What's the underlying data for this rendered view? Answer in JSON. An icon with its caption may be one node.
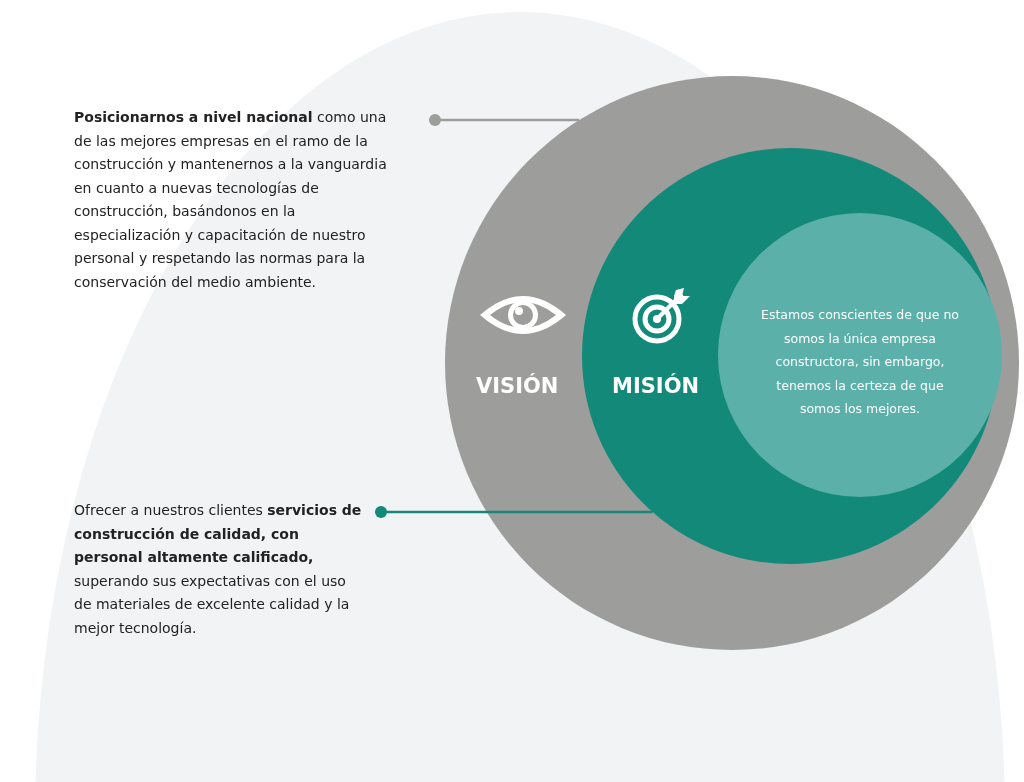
{
  "diagram": {
    "nodes": [
      {
        "text": [
          "VISIÓN"
        ]
      },
      {
        "text": [
          "MISIÓN"
        ],
        "in": 0
      },
      {
        "text": [
          "Estamos conscientes de que no somos la única empresa constructora, sin embargo, tenemos la certeza de que somos los mejores."
        ],
        "in": 1
      },
      {
        "text": [
          "**Posicionarnos a nivel nacional** como una de las mejores empresas en el ramo de la construcción y mantenernos a la vanguardia en cuanto a nuevas tecnologías de construcción, basándonos en la especialización y capacitación de nuestro personal y respetando las normas para la conservación del medio ambiente."
        ]
      },
      {
        "text": [
          "Ofrecer a nuestros clientes **servicios de construcción de calidad, con personal altamente calificado,** superando sus expectativas con el uso de materiales de excelente calidad y la mejor tecnología."
        ]
      }
    ],
    "edges": [
      {
        "from": 3,
        "to": 0,
        "arrow": "other",
        "color": "#9d9d9c"
      },
      {
        "from": 4,
        "to": 1,
        "arrow": "other",
        "color": "#13897a"
      }
    ]
  }
}
